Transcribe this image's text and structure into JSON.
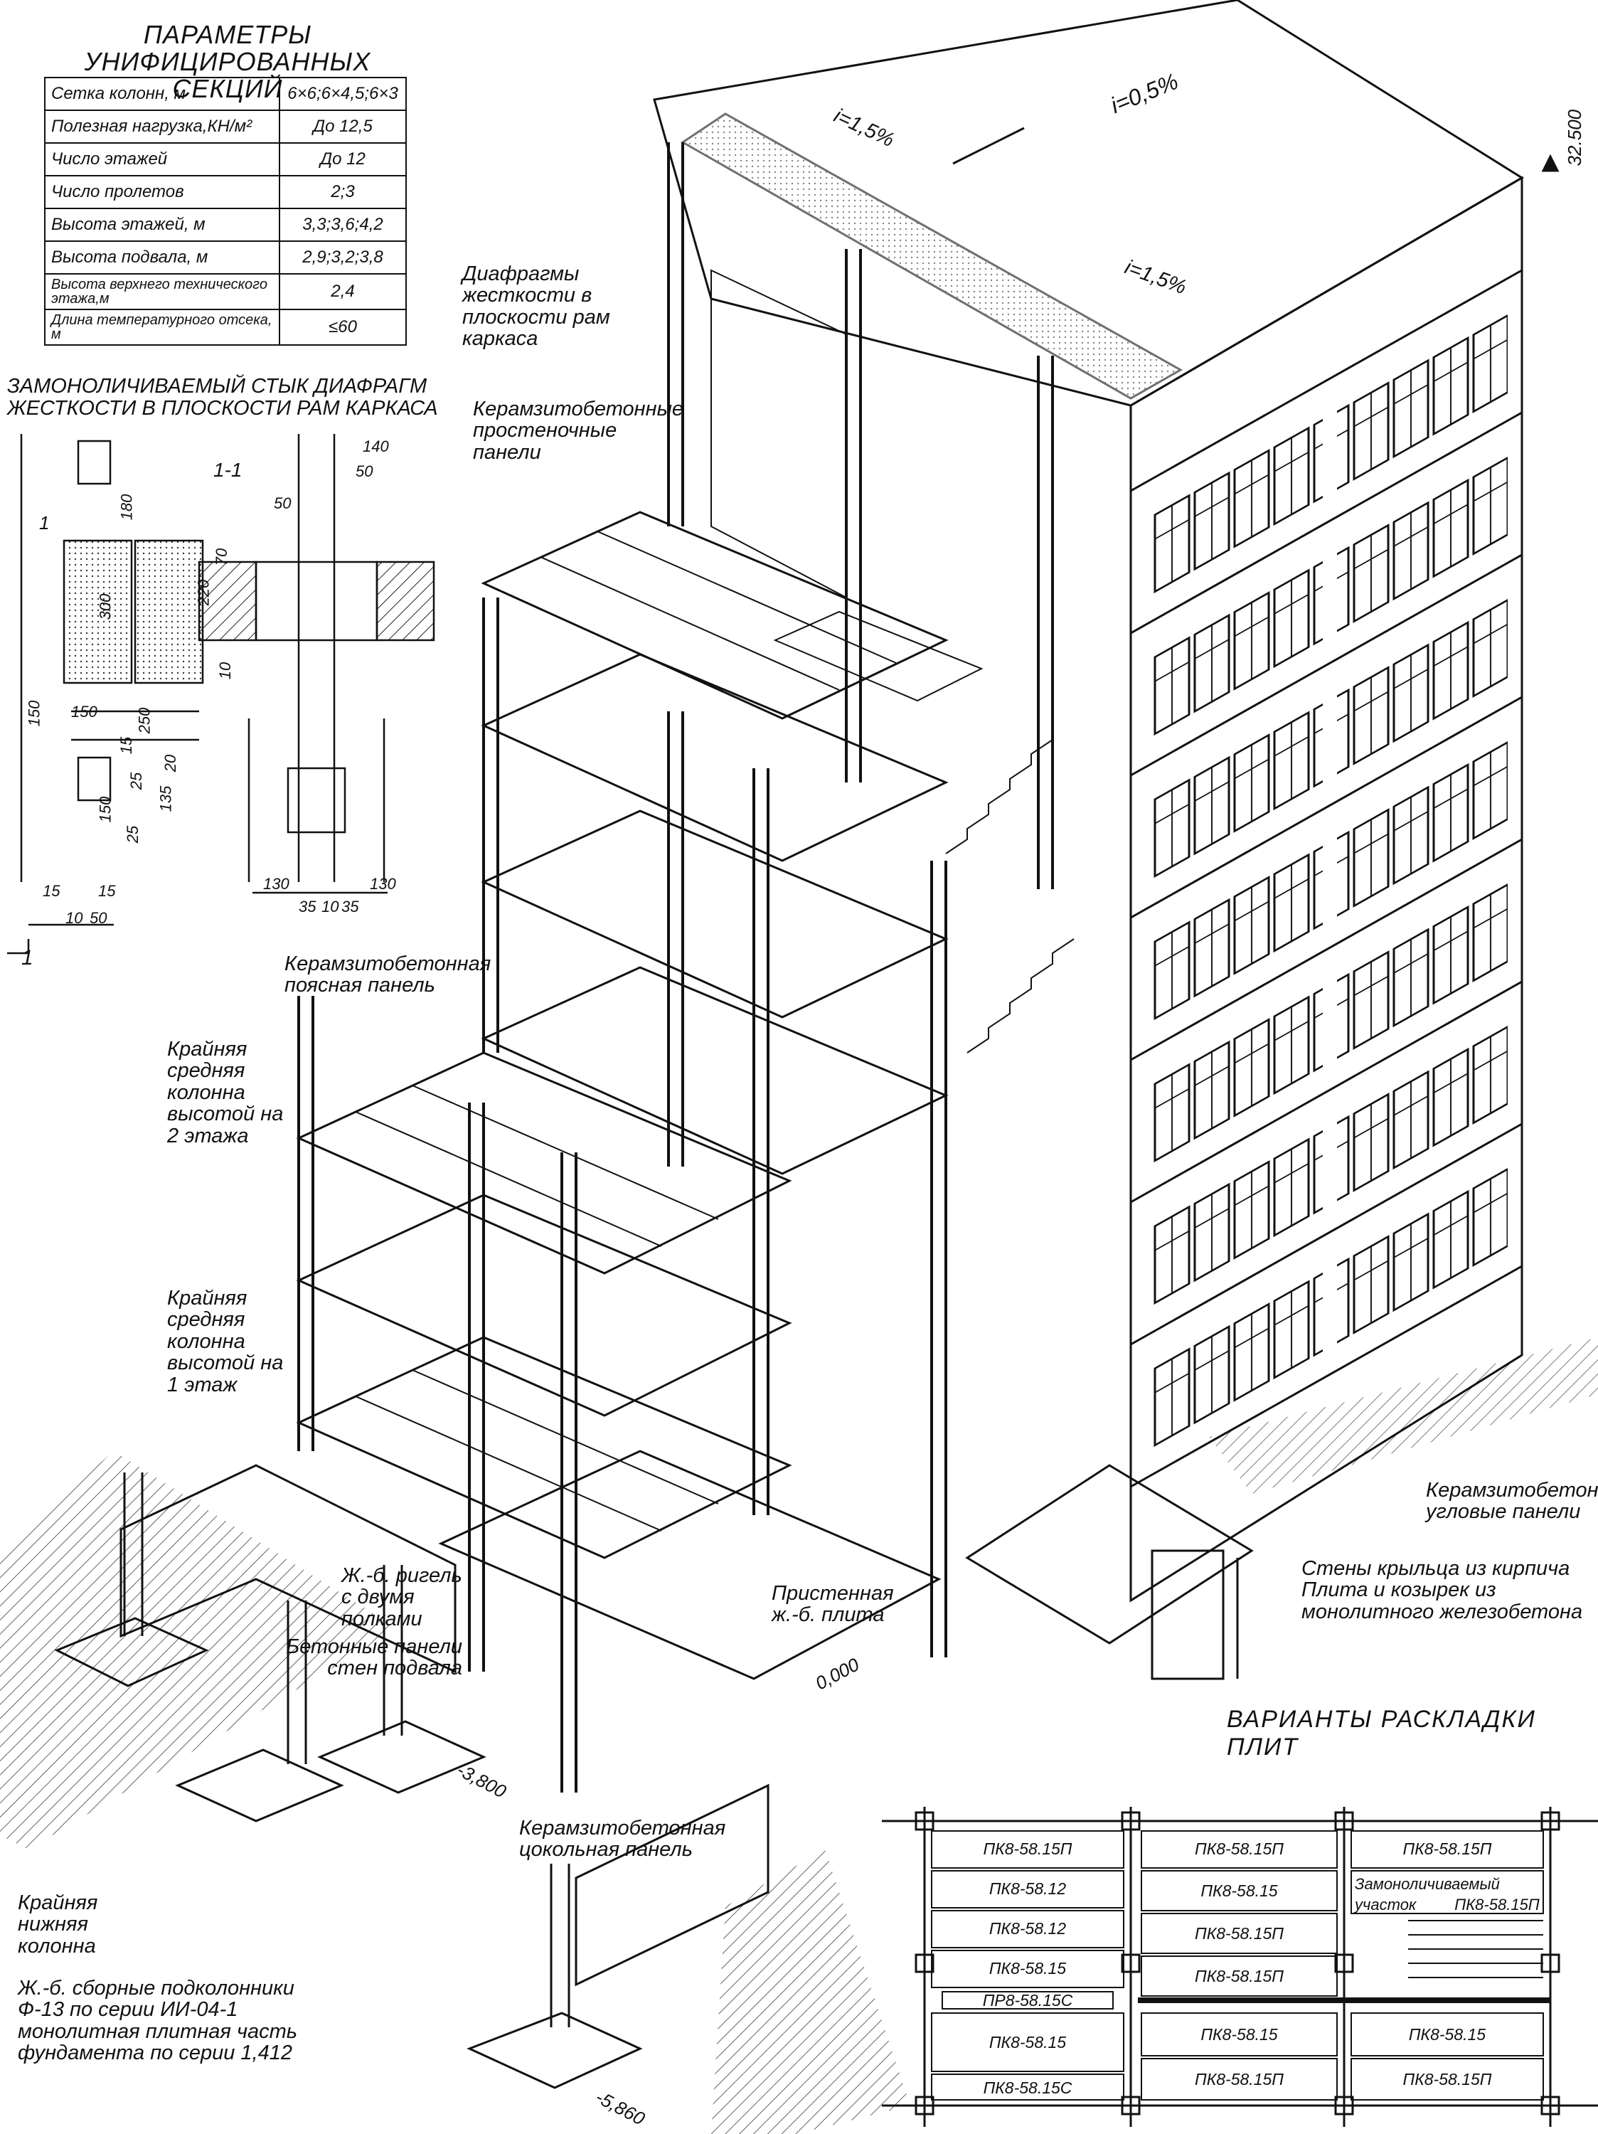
{
  "params": {
    "title_line1": "ПАРАМЕТРЫ УНИФИЦИРОВАННЫХ",
    "title_line2": "СЕКЦИЙ",
    "rows": [
      {
        "label": "Сетка колонн, м",
        "value": "6×6;6×4,5;6×3"
      },
      {
        "label": "Полезная нагрузка,КН/м²",
        "value": "До 12,5"
      },
      {
        "label": "Число этажей",
        "value": "До 12"
      },
      {
        "label": "Число пролетов",
        "value": "2;3"
      },
      {
        "label": "Высота этажей, м",
        "value": "3,3;3,6;4,2"
      },
      {
        "label": "Высота подвала, м",
        "value": "2,9;3,2;3,8"
      },
      {
        "label": "Высота верхнего технического этажа,м",
        "value": "2,4"
      },
      {
        "label": "Длина температурного отсека, м",
        "value": "≤60"
      }
    ]
  },
  "joint": {
    "title_line1": "ЗАМОНОЛИЧИВАЕМЫЙ СТЫК ДИАФРАГМ",
    "title_line2": "ЖЕСТКОСТИ В ПЛОСКОСТИ РАМ КАРКАСА",
    "section_label": "1-1",
    "mark": "1",
    "dims": [
      "180",
      "300",
      "220",
      "70",
      "10",
      "150",
      "150",
      "250",
      "15",
      "25",
      "20",
      "135",
      "150",
      "25",
      "15",
      "15",
      "10",
      "50",
      "50",
      "140",
      "50",
      "130",
      "130",
      "35",
      "10",
      "35"
    ]
  },
  "labels": {
    "roof_slope_1": "i=1,5%",
    "roof_slope_2": "i=0,5%",
    "roof_slope_3": "i=1,5%",
    "elev_top": "32.500",
    "diaphragm": "Диафрагмы жесткости в плоскости рам каркаса",
    "pier_panels": "Керамзитобетонные простеночные панели",
    "belt_panel": "Керамзитобетонная поясная панель",
    "col_2floor": "Крайняя средняя колонна высотой на 2 этажа",
    "col_1floor": "Крайняя средняя колонна высотой на 1 этаж",
    "corner_panels": "Керамзитобетонные угловые панели",
    "porch": "Стены крыльца из кирпича Плита и козырек из монолитного железобетона",
    "girder": "Ж.-б. ригель с двумя полками",
    "basement_walls": "Бетонные панели стен подвала",
    "wall_slab": "Пристенная ж.-б. плита",
    "elev_zero": "0,000",
    "elev_m3800": "-3,800",
    "plinth_panel": "Керамзитобетонная цокольная панель",
    "bottom_col": "Крайняя нижняя колонна",
    "foundation": "Ж.-б. сборные подколонники Ф-13 по серии ИИ-04-1 монолитная плитная часть фундамента по серии 1,412",
    "elev_m5860": "-5,860"
  },
  "layout": {
    "title": "ВАРИАНТЫ РАСКЛАДКИ ПЛИТ",
    "col1": [
      "ПК8-58.15П",
      "ПК8-58.12",
      "ПК8-58.12",
      "ПК8-58.15",
      "ПР8-58.15С",
      "ПК8-58.15",
      "ПК8-58.15С"
    ],
    "col2": [
      "ПК8-58.15П",
      "ПК8-58.15",
      "ПК8-58.15П",
      "ПК8-58.15П",
      "ПК8-58.15",
      "ПК8-58.15П"
    ],
    "col3": [
      "ПК8-58.15П",
      "ПК8-58.15П",
      "ПК8-58.15",
      "ПК8-58.15П"
    ],
    "monolith_line1": "Замоноличиваемый",
    "monolith_line2": "участок"
  }
}
